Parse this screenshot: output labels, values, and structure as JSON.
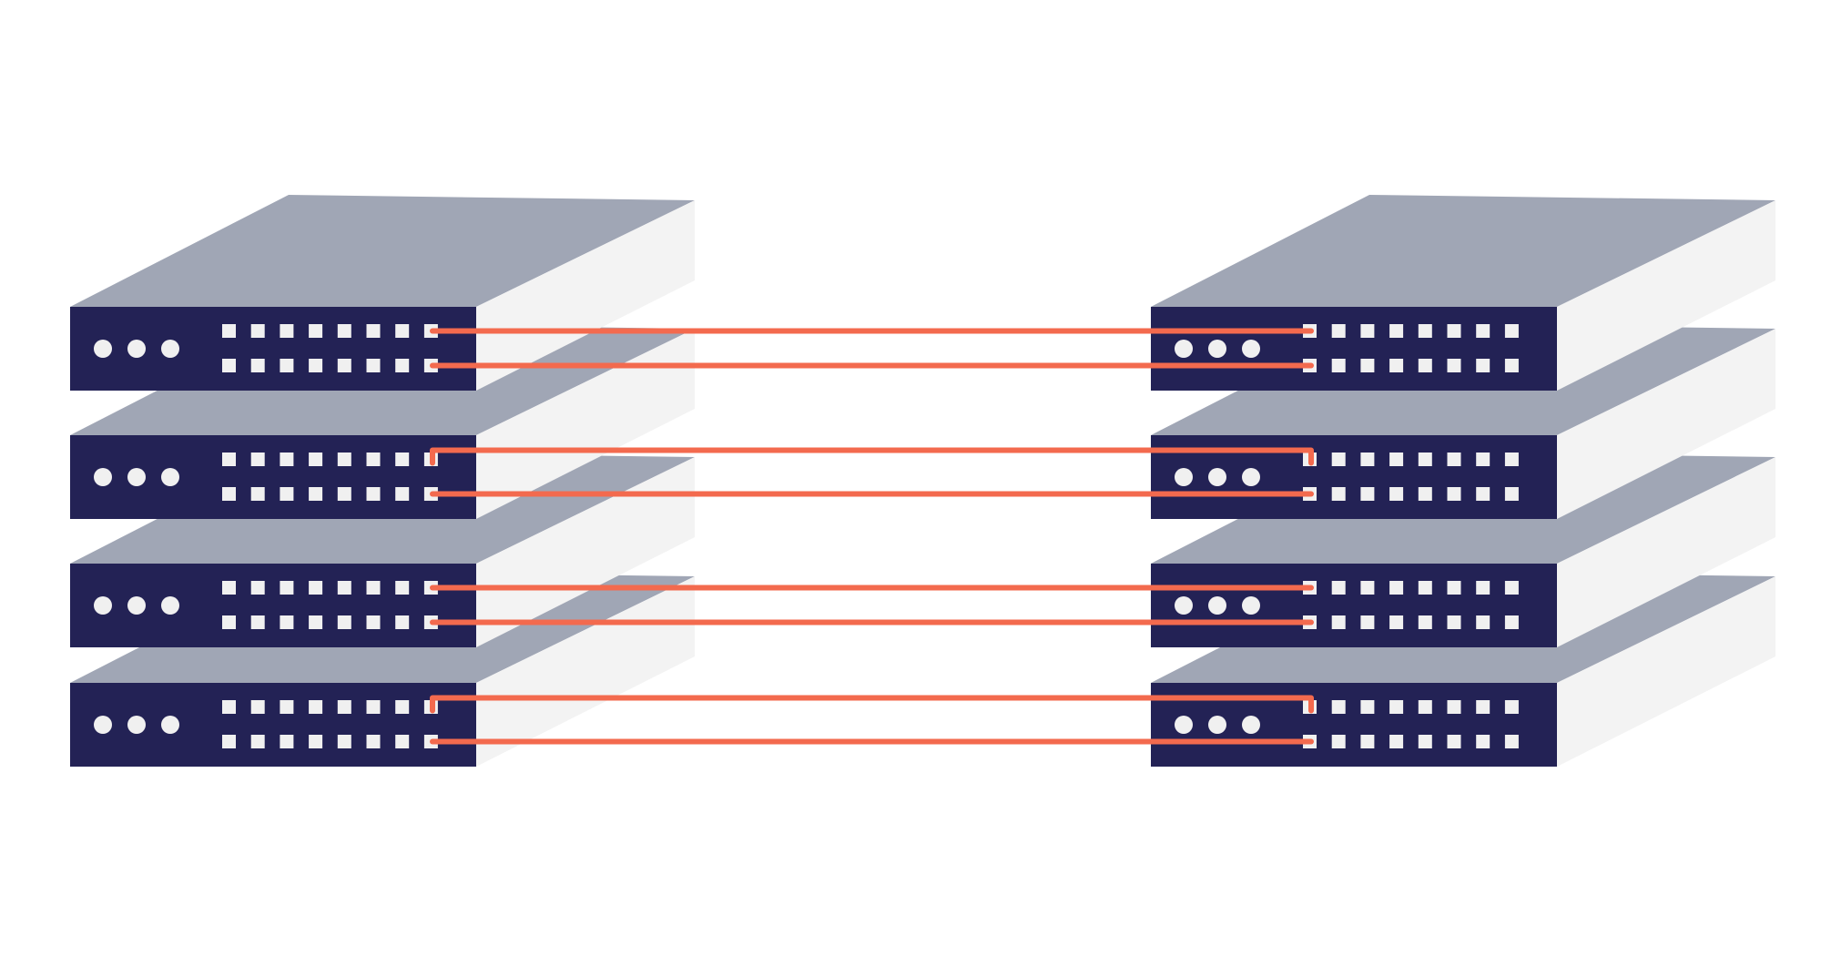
{
  "diagram": {
    "type": "server-rack-interconnect",
    "racks": [
      {
        "name": "left-rack",
        "servers": 4,
        "leds_per_server": 3,
        "ports_per_row": 8,
        "port_rows": 2
      },
      {
        "name": "right-rack",
        "servers": 4,
        "leds_per_server": 3,
        "ports_per_row": 8,
        "port_rows": 2
      }
    ],
    "cables": [
      {
        "from_server": 1,
        "from_row": 1,
        "to_server": 1,
        "to_row": 1
      },
      {
        "from_server": 1,
        "from_row": 2,
        "to_server": 1,
        "to_row": 2
      },
      {
        "from_server": 2,
        "from_row": 1,
        "to_server": 2,
        "to_row": 1
      },
      {
        "from_server": 2,
        "from_row": 2,
        "to_server": 2,
        "to_row": 2
      },
      {
        "from_server": 3,
        "from_row": 1,
        "to_server": 3,
        "to_row": 1
      },
      {
        "from_server": 3,
        "from_row": 2,
        "to_server": 3,
        "to_row": 2
      },
      {
        "from_server": 4,
        "from_row": 1,
        "to_server": 4,
        "to_row": 1
      },
      {
        "from_server": 4,
        "from_row": 2,
        "to_server": 4,
        "to_row": 2
      }
    ]
  },
  "colors": {
    "background": "#ffffff",
    "server_front": "#232255",
    "server_top": "#a0a6b5",
    "server_side": "#f3f3f3",
    "led": "#f0f0f0",
    "port": "#f0f0f0",
    "cable": "#f36a4e"
  },
  "icons": {
    "server": "server-unit-icon",
    "led": "status-led-icon",
    "port": "network-port-icon"
  }
}
